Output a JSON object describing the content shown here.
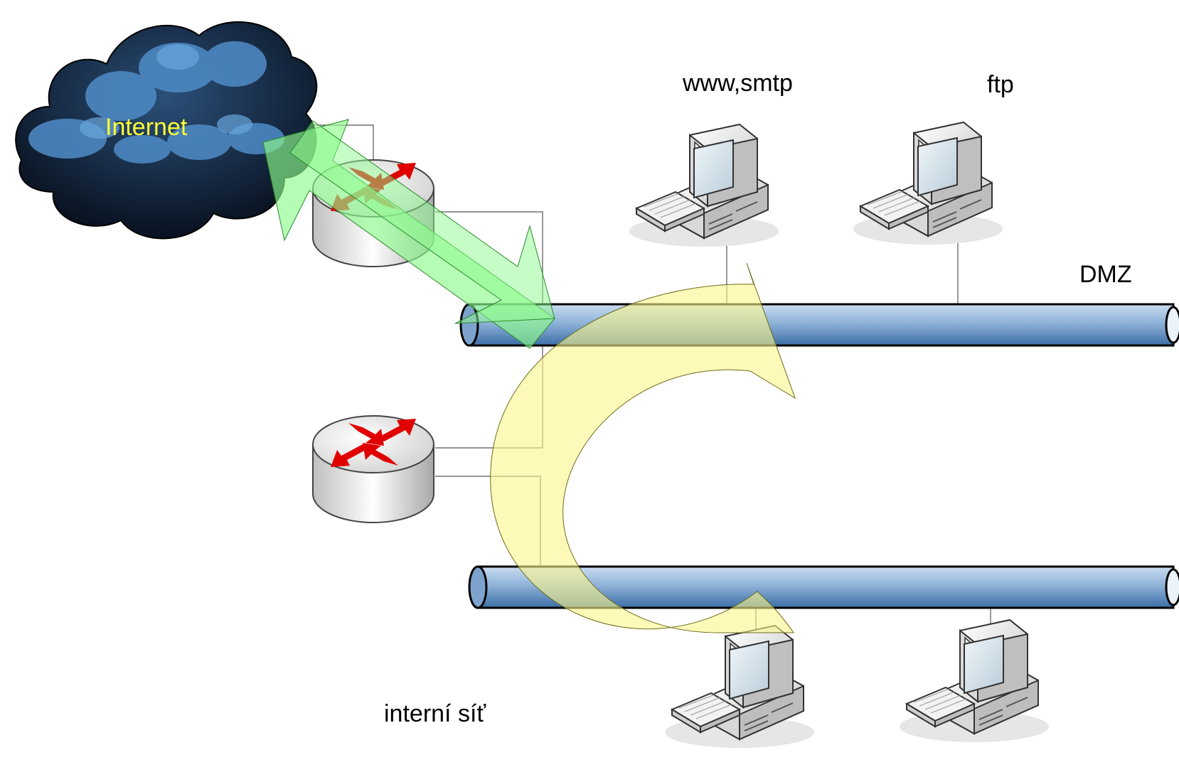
{
  "diagram": {
    "internet_label": "Internet",
    "dmz_label": "DMZ",
    "internal_label": "interní síť",
    "servers": [
      {
        "label": "www,smtp"
      },
      {
        "label": "ftp"
      }
    ]
  },
  "colors": {
    "cloud_dark": "#0b1d33",
    "cloud_light": "#4f8cc8",
    "internet_text": "#ffff33",
    "bus_blue": "#8fb3d9",
    "router_arrow": "#e00000",
    "router_arrow_tinted": "#b84a00",
    "green_overlay": "#8dfb8d",
    "yellow_overlay": "#fbf78a"
  }
}
